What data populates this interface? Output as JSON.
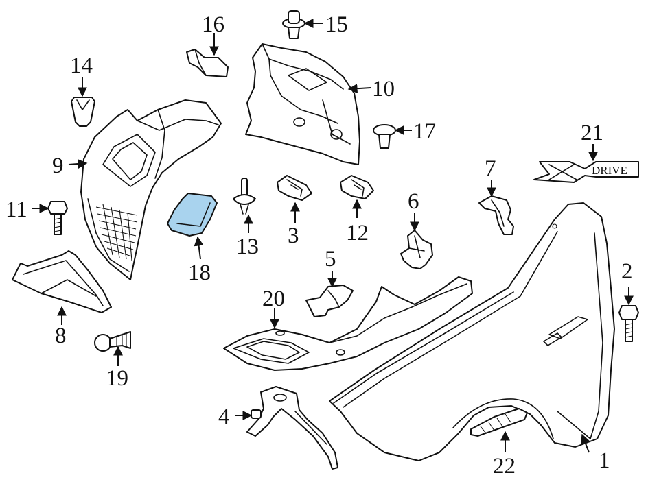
{
  "diagram": {
    "highlight_color": "#a9d3ee",
    "line_color": "#111111",
    "callouts": [
      {
        "id": "1",
        "label": "1"
      },
      {
        "id": "2",
        "label": "2"
      },
      {
        "id": "3",
        "label": "3"
      },
      {
        "id": "4",
        "label": "4"
      },
      {
        "id": "5",
        "label": "5"
      },
      {
        "id": "6",
        "label": "6"
      },
      {
        "id": "7",
        "label": "7"
      },
      {
        "id": "8",
        "label": "8"
      },
      {
        "id": "9",
        "label": "9"
      },
      {
        "id": "10",
        "label": "10"
      },
      {
        "id": "11",
        "label": "11"
      },
      {
        "id": "12",
        "label": "12"
      },
      {
        "id": "13",
        "label": "13"
      },
      {
        "id": "14",
        "label": "14"
      },
      {
        "id": "15",
        "label": "15"
      },
      {
        "id": "16",
        "label": "16"
      },
      {
        "id": "17",
        "label": "17"
      },
      {
        "id": "18",
        "label": "18"
      },
      {
        "id": "19",
        "label": "19"
      },
      {
        "id": "20",
        "label": "20"
      },
      {
        "id": "21",
        "label": "21"
      },
      {
        "id": "22",
        "label": "22"
      }
    ],
    "emblem": {
      "text": "DRIVE"
    }
  }
}
